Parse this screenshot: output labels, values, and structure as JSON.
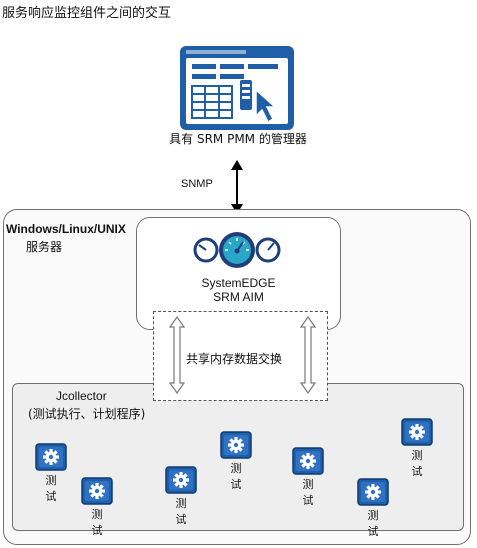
{
  "page_title": "服务响应监控组件之间的交互",
  "manager": {
    "label": "具有 SRM PMM 的管理器",
    "icon": "management-console-icon"
  },
  "link": {
    "protocol": "SNMP"
  },
  "server": {
    "title": "Windows/Linux/UNIX",
    "subtitle": "服务器"
  },
  "aim": {
    "name": "SystemEDGE",
    "subtitle": "SRM AIM",
    "icon": "gauges-icon"
  },
  "shared_memory": {
    "label": "共享内存数据交换"
  },
  "collector": {
    "name": "Jcollector",
    "subtitle": "(测试执行、计划程序)"
  },
  "tests": [
    {
      "label": "测试"
    },
    {
      "label": "测试"
    },
    {
      "label": "测试"
    },
    {
      "label": "测试"
    },
    {
      "label": "测试"
    },
    {
      "label": "测试"
    },
    {
      "label": "测试"
    }
  ],
  "colors": {
    "accent": "#1f5fa8",
    "box_border": "#6f6f6f",
    "teal": "#2aa6c9"
  }
}
